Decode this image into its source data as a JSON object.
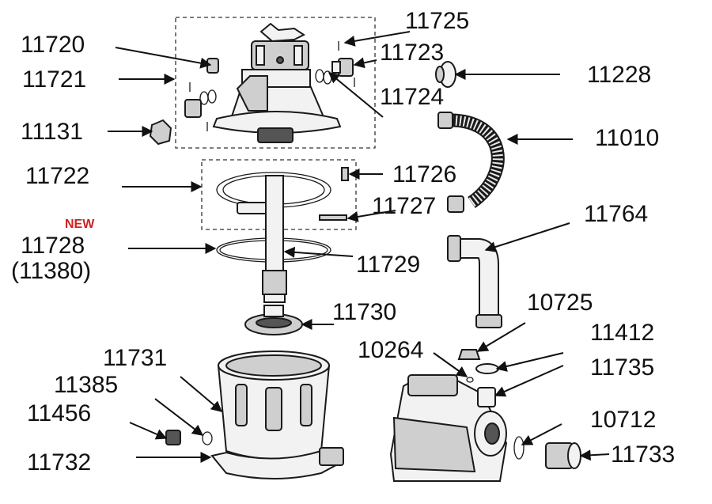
{
  "diagram": {
    "new_badge": "NEW",
    "colors": {
      "new_badge": "#cc2222",
      "line": "#111111"
    },
    "labels": {
      "p11725": "11725",
      "p11720": "11720",
      "p11723": "11723",
      "p11721": "11721",
      "p11228": "11228",
      "p11724": "11724",
      "p11131": "11131",
      "p11010": "11010",
      "p11722": "11722",
      "p11726": "11726",
      "p11727": "11727",
      "p11764": "11764",
      "p11728": "11728",
      "p11380": "(11380)",
      "p11729": "11729",
      "p11730": "11730",
      "p10725": "10725",
      "p10264": "10264",
      "p11412": "11412",
      "p11731": "11731",
      "p11735": "11735",
      "p11385": "11385",
      "p11456": "11456",
      "p10712": "10712",
      "p11732": "11732",
      "p11733": "11733"
    }
  }
}
